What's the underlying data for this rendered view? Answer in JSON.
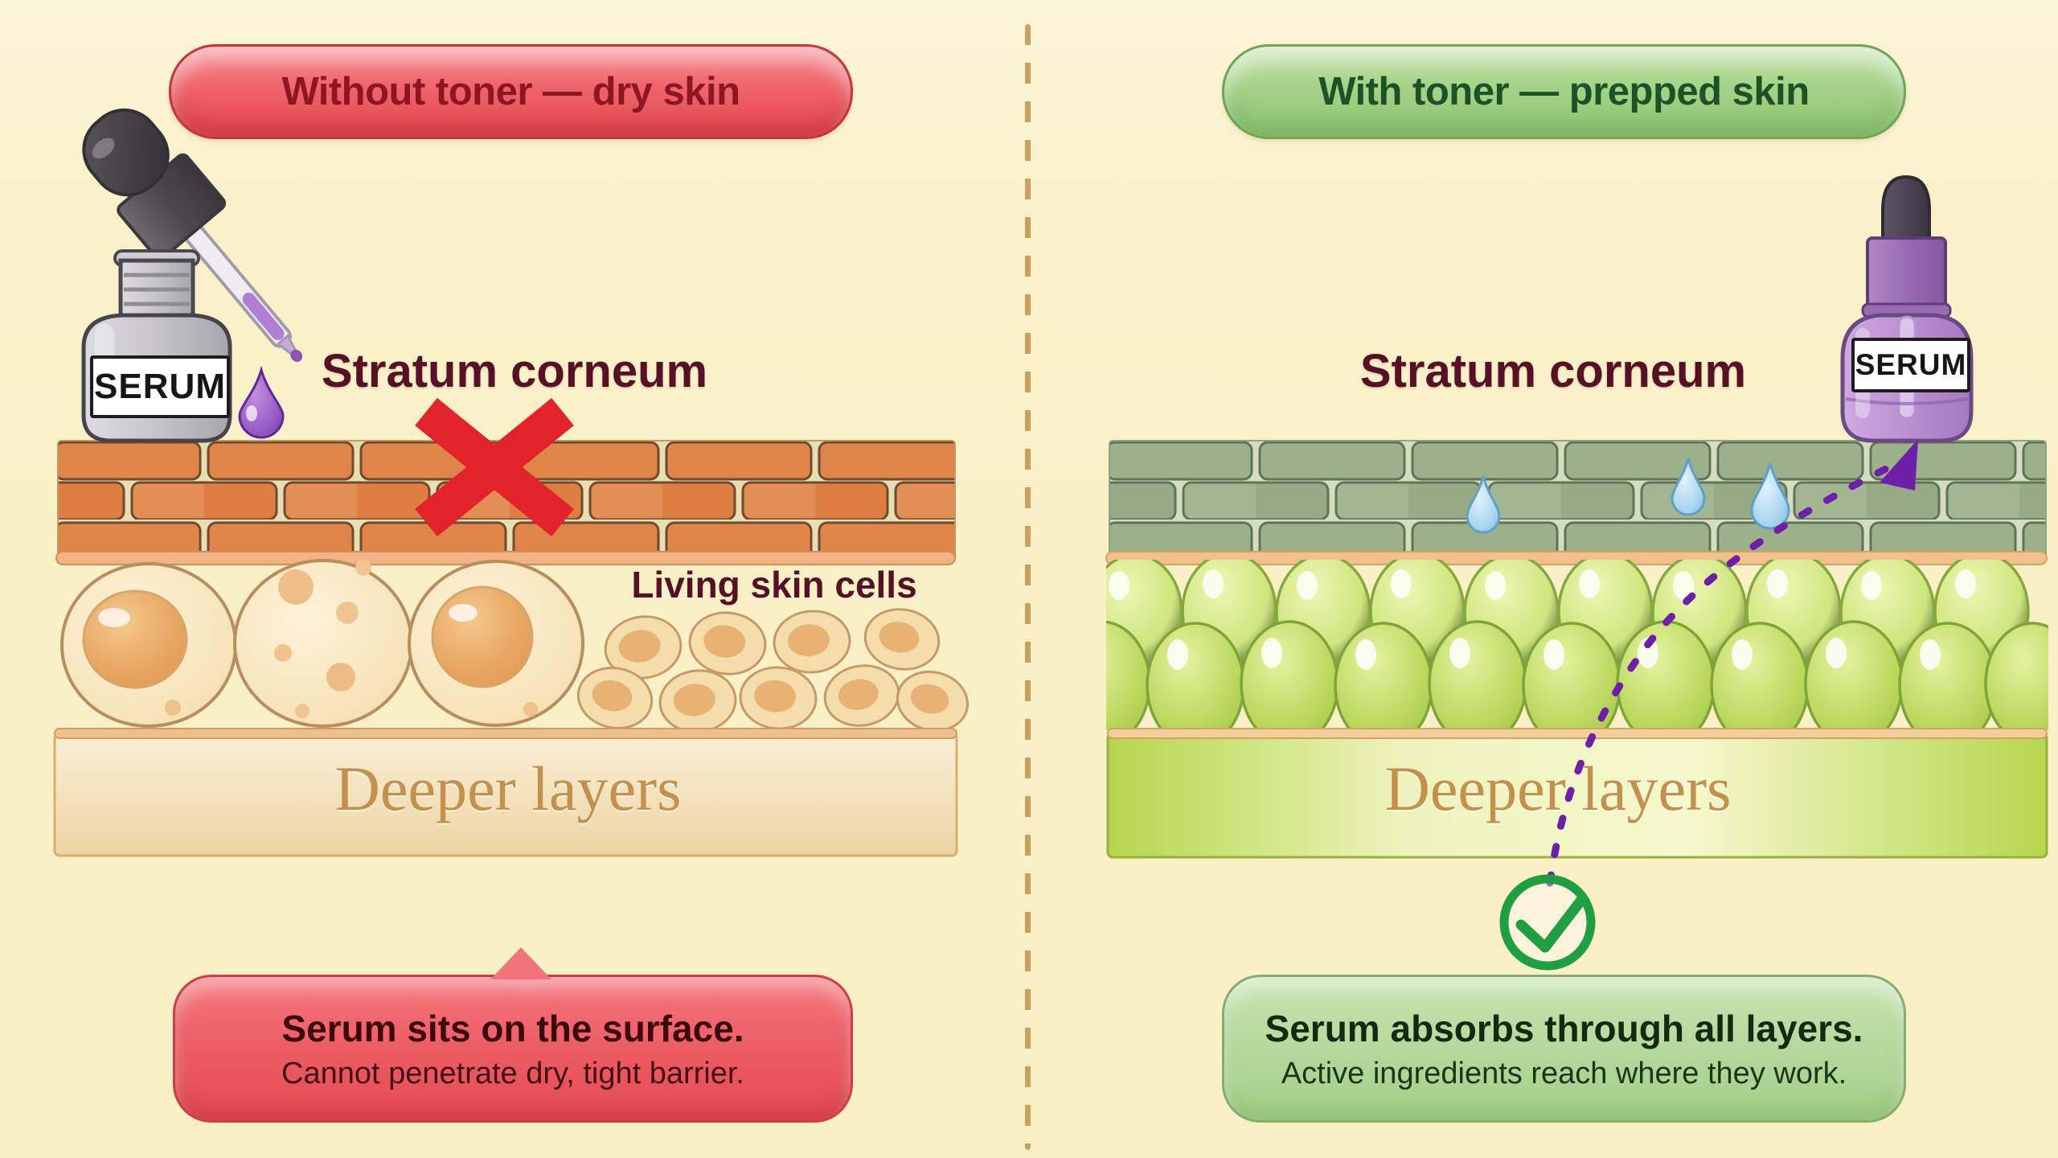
{
  "left": {
    "badge": "Without toner — dry skin",
    "stratum_label": "Stratum corneum",
    "living_label": "Living skin cells",
    "deeper_label": "Deeper layers",
    "bottle_label": "SERUM",
    "bubble": {
      "title": "Serum sits on the surface.",
      "subtitle": "Cannot penetrate dry, tight barrier."
    }
  },
  "right": {
    "badge": "With toner — prepped skin",
    "stratum_label": "Stratum corneum",
    "deeper_label": "Deeper layers",
    "bottle_label": "SERUM",
    "bubble": {
      "title": "Serum absorbs through all layers.",
      "subtitle": "Active ingredients reach where they work."
    }
  },
  "colors": {
    "background": "#faf1ca",
    "badge_red": "#e4474f",
    "badge_red_text": "#8e1622",
    "badge_green": "#8fc471",
    "badge_green_text": "#1c5226",
    "heading_maroon": "#571126",
    "brick_orange": "#e0854a",
    "brick_sage": "#9cb08c",
    "serum_purple": "#8d54b8",
    "arrow_purple": "#6d1fa8",
    "check_green": "#1f9e42",
    "gold_text": "#c3914d",
    "bubble_red": "#ec5a61",
    "bubble_green": "#b2d89a",
    "water_blue": "#9fd0ec"
  }
}
